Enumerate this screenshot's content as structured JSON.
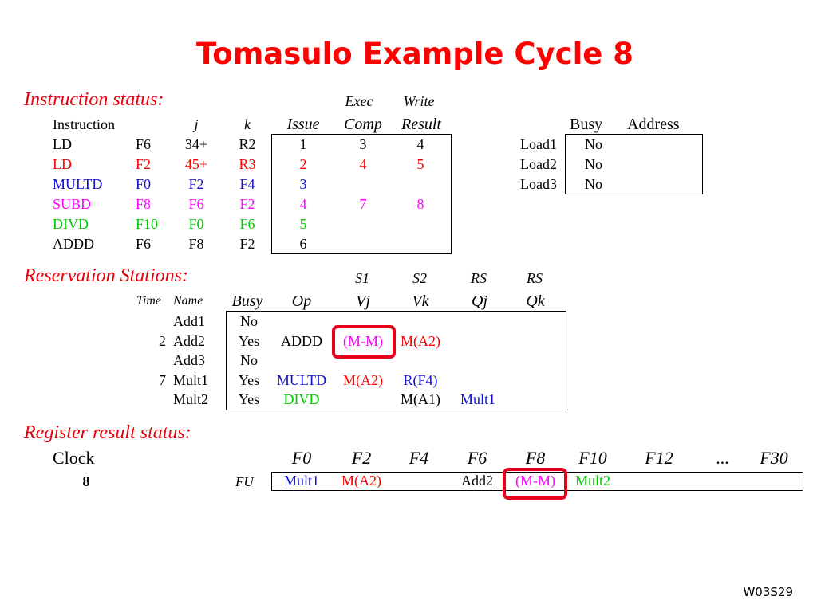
{
  "title": "Tomasulo Example Cycle 8",
  "colors": {
    "black": "#000000",
    "red": "#ff0000",
    "blue": "#1010d0",
    "magenta": "#ff00ff",
    "green": "#00cc00"
  },
  "instruction_status": {
    "heading": "Instruction status:",
    "group_headers": {
      "exec": "Exec",
      "write": "Write"
    },
    "columns": {
      "instruction": "Instruction",
      "j": "j",
      "k": "k",
      "issue": "Issue",
      "comp": "Comp",
      "result": "Result"
    },
    "rows": [
      {
        "op": "LD",
        "dest": "F6",
        "j": "34+",
        "k": "R2",
        "issue": "1",
        "comp": "3",
        "result": "4",
        "color": "black"
      },
      {
        "op": "LD",
        "dest": "F2",
        "j": "45+",
        "k": "R3",
        "issue": "2",
        "comp": "4",
        "result": "5",
        "color": "red"
      },
      {
        "op": "MULTD",
        "dest": "F0",
        "j": "F2",
        "k": "F4",
        "issue": "3",
        "comp": "",
        "result": "",
        "color": "blue"
      },
      {
        "op": "SUBD",
        "dest": "F8",
        "j": "F6",
        "k": "F2",
        "issue": "4",
        "comp": "7",
        "result": "8",
        "color": "magenta"
      },
      {
        "op": "DIVD",
        "dest": "F10",
        "j": "F0",
        "k": "F6",
        "issue": "5",
        "comp": "",
        "result": "",
        "color": "green"
      },
      {
        "op": "ADDD",
        "dest": "F6",
        "j": "F8",
        "k": "F2",
        "issue": "6",
        "comp": "",
        "result": "",
        "color": "black"
      }
    ]
  },
  "load_buffers": {
    "columns": {
      "busy": "Busy",
      "address": "Address"
    },
    "rows": [
      {
        "name": "Load1",
        "busy": "No",
        "address": ""
      },
      {
        "name": "Load2",
        "busy": "No",
        "address": ""
      },
      {
        "name": "Load3",
        "busy": "No",
        "address": ""
      }
    ]
  },
  "reservation_stations": {
    "heading": "Reservation Stations:",
    "group_headers": {
      "s1": "S1",
      "s2": "S2",
      "rs1": "RS",
      "rs2": "RS"
    },
    "columns": {
      "time": "Time",
      "name": "Name",
      "busy": "Busy",
      "op": "Op",
      "vj": "Vj",
      "vk": "Vk",
      "qj": "Qj",
      "qk": "Qk"
    },
    "rows": [
      {
        "time": "",
        "name": "Add1",
        "busy": "No",
        "op": "",
        "op_color": "black",
        "vj": "",
        "vj_color": "black",
        "vk": "",
        "vk_color": "black",
        "qj": "",
        "qj_color": "black",
        "qk": ""
      },
      {
        "time": "2",
        "name": "Add2",
        "busy": "Yes",
        "op": "ADDD",
        "op_color": "black",
        "vj": "(M-M)",
        "vj_color": "magenta",
        "vk": "M(A2)",
        "vk_color": "red",
        "qj": "",
        "qj_color": "black",
        "qk": ""
      },
      {
        "time": "",
        "name": "Add3",
        "busy": "No",
        "op": "",
        "op_color": "black",
        "vj": "",
        "vj_color": "black",
        "vk": "",
        "vk_color": "black",
        "qj": "",
        "qj_color": "black",
        "qk": ""
      },
      {
        "time": "7",
        "name": "Mult1",
        "busy": "Yes",
        "op": "MULTD",
        "op_color": "blue",
        "vj": "M(A2)",
        "vj_color": "red",
        "vk": "R(F4)",
        "vk_color": "blue",
        "qj": "",
        "qj_color": "black",
        "qk": ""
      },
      {
        "time": "",
        "name": "Mult2",
        "busy": "Yes",
        "op": "DIVD",
        "op_color": "green",
        "vj": "",
        "vj_color": "black",
        "vk": "M(A1)",
        "vk_color": "black",
        "qj": "Mult1",
        "qj_color": "blue",
        "qk": ""
      }
    ]
  },
  "register_result_status": {
    "heading": "Register result status:",
    "clock_label": "Clock",
    "clock_value": "8",
    "fu_label": "FU",
    "registers": [
      {
        "name": "F0",
        "value": "Mult1",
        "color": "blue"
      },
      {
        "name": "F2",
        "value": "M(A2)",
        "color": "red"
      },
      {
        "name": "F4",
        "value": "",
        "color": "black"
      },
      {
        "name": "F6",
        "value": "Add2",
        "color": "black"
      },
      {
        "name": "F8",
        "value": "(M-M)",
        "color": "magenta"
      },
      {
        "name": "F10",
        "value": "Mult2",
        "color": "green"
      },
      {
        "name": "F12",
        "value": "",
        "color": "black"
      },
      {
        "name": "...",
        "value": "",
        "color": "black"
      },
      {
        "name": "F30",
        "value": "",
        "color": "black"
      }
    ]
  },
  "footer": "W03S29"
}
